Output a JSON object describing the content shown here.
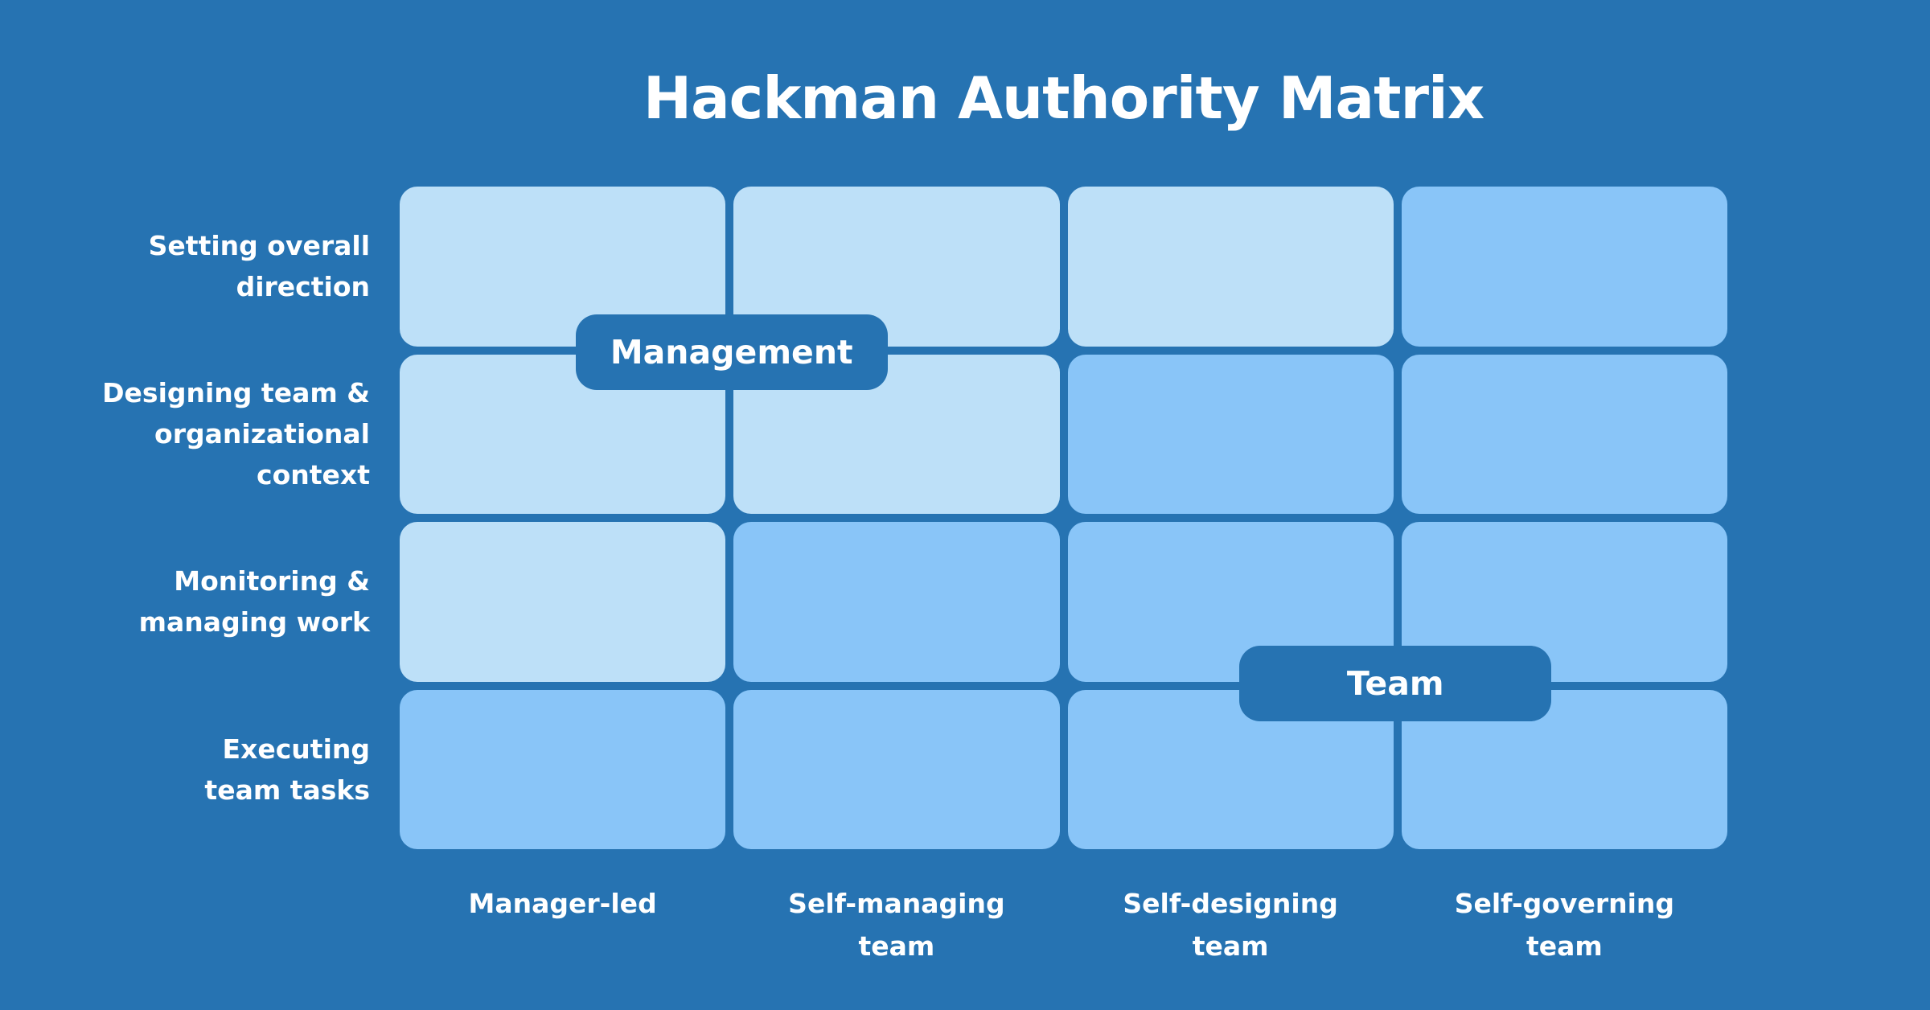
{
  "title": "Hackman Authority Matrix",
  "row_labels": [
    "Setting overall\ndirection",
    "Designing team &\norganizational\ncontext",
    "Monitoring &\nmanaging work",
    "Executing\nteam tasks"
  ],
  "column_labels": [
    "Manager-led",
    "Self-managing\nteam",
    "Self-designing\nteam",
    "Self-governing\nteam"
  ],
  "badges": {
    "management": "Management",
    "team": "Team"
  },
  "matrix": {
    "rows": [
      "Setting overall direction",
      "Designing team & organizational context",
      "Monitoring & managing work",
      "Executing team tasks"
    ],
    "columns": [
      "Manager-led",
      "Self-managing team",
      "Self-designing team",
      "Self-governing team"
    ],
    "authority": [
      [
        "management",
        "management",
        "management",
        "team"
      ],
      [
        "management",
        "management",
        "team",
        "team"
      ],
      [
        "management",
        "team",
        "team",
        "team"
      ],
      [
        "team",
        "team",
        "team",
        "team"
      ]
    ]
  },
  "colors": {
    "background": "#2673B2",
    "management_cell": "#BDE0F8",
    "team_cell": "#89C5F8",
    "badge_fill": "#2673B2",
    "text": "#FFFFFF"
  }
}
